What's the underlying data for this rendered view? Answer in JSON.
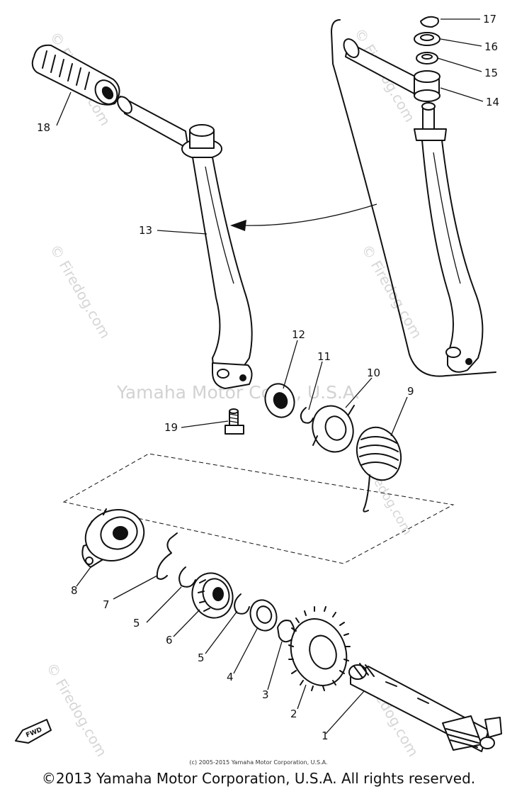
{
  "callouts": [
    "1",
    "2",
    "3",
    "4",
    "5",
    "6",
    "5",
    "7",
    "8",
    "9",
    "10",
    "11",
    "12",
    "13",
    "14",
    "15",
    "16",
    "17",
    "18",
    "19"
  ],
  "watermarks": {
    "center": "Yamaha Motor Corp., U.S.A.",
    "site": "© Firedog.com"
  },
  "fwd_label": "FWD",
  "small_copyright": "(c) 2005-2015 Yamaha Motor Corporation, U.S.A.",
  "footer_copyright": "©2013 Yamaha Motor Corporation, U.S.A. All rights reserved.",
  "colors": {
    "ink": "#111111",
    "watermark": "#c9c9c9",
    "background": "#ffffff"
  }
}
